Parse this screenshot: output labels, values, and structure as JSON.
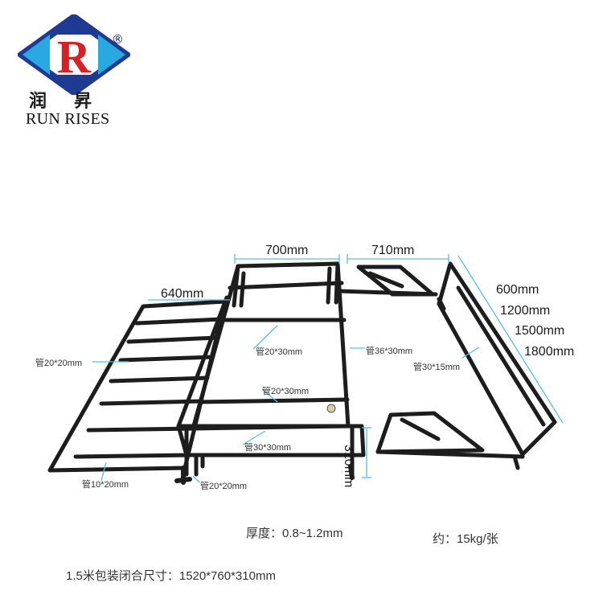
{
  "brand": {
    "logo_letter": "R",
    "registered_mark": "®",
    "name_cn_1": "润",
    "name_cn_2": "昇",
    "name_en": "RUN RISES",
    "colors": {
      "blue": "#1f3a93",
      "cyan": "#29a9e1",
      "red": "#d71f26"
    }
  },
  "dimensions": {
    "width_mid": "700mm",
    "width_right": "710mm",
    "width_left": "640mm",
    "height": "310mm",
    "lengths": [
      "600mm",
      "1200mm",
      "1500mm",
      "1800mm"
    ]
  },
  "tube_labels": {
    "left_frame": "管20*20mm",
    "mid_top": "管20*30mm",
    "side": "管36*30mm",
    "right_rail": "管30*15mm",
    "mid_center": "管20*30mm",
    "bottom": "管30*30mm",
    "left_bottom": "管10*20mm",
    "foot": "管20*20mm"
  },
  "specs": {
    "thickness": "厚度：0.8~1.2mm",
    "weight": "约：15kg/张",
    "package": "1.5米包装闭合尺寸：1520*760*310mm"
  }
}
